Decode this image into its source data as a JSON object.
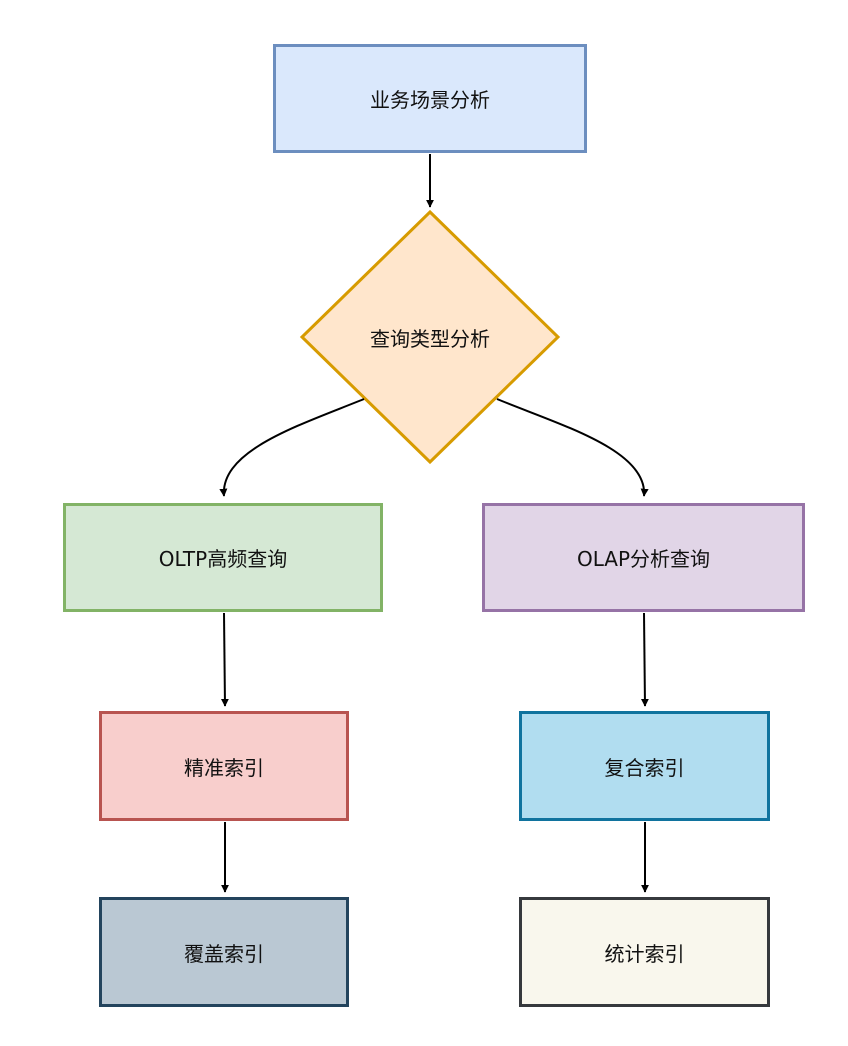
{
  "diagram": {
    "nodes": {
      "business_analysis": "业务场景分析",
      "query_type_analysis": "查询类型分析",
      "oltp": "OLTP高频查询",
      "olap": "OLAP分析查询",
      "precise_index": "精准索引",
      "composite_index": "复合索引",
      "covering_index": "覆盖索引",
      "stat_index": "统计索引"
    },
    "colors": {
      "business_fill": "#dae8fc",
      "business_stroke": "#6c8ebf",
      "decision_fill": "#ffe6cc",
      "decision_stroke": "#d79b00",
      "oltp_fill": "#d5e8d4",
      "oltp_stroke": "#82b366",
      "olap_fill": "#e1d5e7",
      "olap_stroke": "#9673a6",
      "precise_fill": "#f8cecc",
      "precise_stroke": "#b85450",
      "composite_fill": "#b1ddf0",
      "composite_stroke": "#10739e",
      "covering_fill": "#bac8d3",
      "covering_stroke": "#23445d",
      "stat_fill": "#f9f7ed",
      "stat_stroke": "#36393d",
      "edge": "#000000"
    }
  }
}
